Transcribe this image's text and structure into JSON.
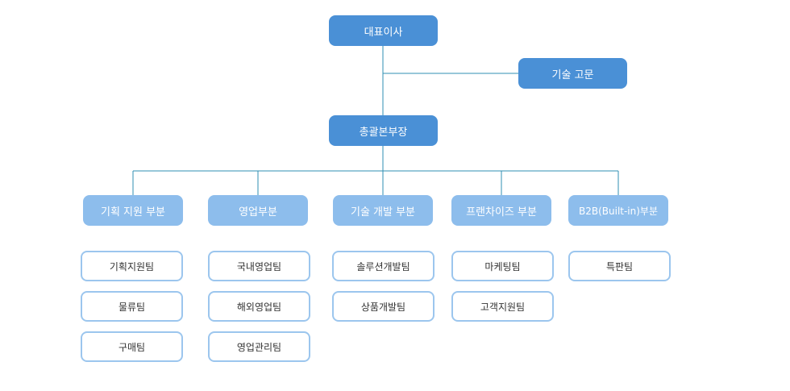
{
  "org": {
    "ceo": "대표이사",
    "advisor": "기술 고문",
    "gm": "총괄본부장",
    "divisions": [
      {
        "label": "기획 지원 부분",
        "teams": [
          "기획지원팀",
          "물류팀",
          "구매팀"
        ]
      },
      {
        "label": "영업부분",
        "teams": [
          "국내영업팀",
          "해외영업팀",
          "영업관리팀"
        ]
      },
      {
        "label": "기술 개발 부분",
        "teams": [
          "솔루션개발팀",
          "상품개발팀"
        ]
      },
      {
        "label": "프랜차이즈 부분",
        "teams": [
          "마케팅팀",
          "고객지원팀"
        ]
      },
      {
        "label": "B2B(Built-in)부분",
        "teams": [
          "특판팀"
        ]
      }
    ]
  },
  "colors": {
    "executive_box": "#4a90d6",
    "division_box": "#8dbdec",
    "team_border": "#9cc6ee",
    "connector": "#2f8fb3"
  }
}
